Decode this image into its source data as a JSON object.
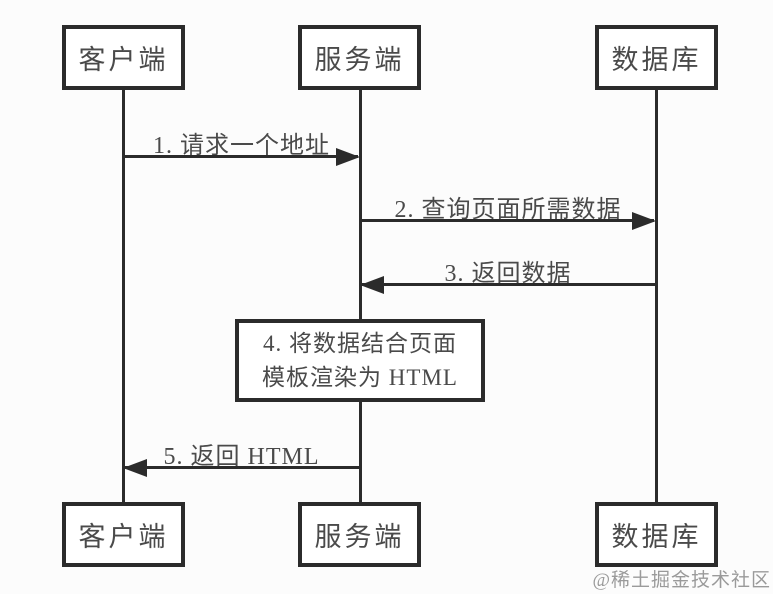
{
  "diagram": {
    "actors_top": [
      {
        "label": "客户端"
      },
      {
        "label": "服务端"
      },
      {
        "label": "数据库"
      }
    ],
    "actors_bottom": [
      {
        "label": "客户端"
      },
      {
        "label": "服务端"
      },
      {
        "label": "数据库"
      }
    ],
    "messages": [
      {
        "label": "1. 请求一个地址",
        "from": "客户端",
        "to": "服务端",
        "direction": "right"
      },
      {
        "label": "2. 查询页面所需数据",
        "from": "服务端",
        "to": "数据库",
        "direction": "right"
      },
      {
        "label": "3. 返回数据",
        "from": "数据库",
        "to": "服务端",
        "direction": "left"
      },
      {
        "label": "5. 返回 HTML",
        "from": "服务端",
        "to": "客户端",
        "direction": "left"
      }
    ],
    "activation": {
      "actor": "服务端",
      "line1": "4. 将数据结合页面",
      "line2": "模板渲染为 HTML"
    },
    "watermark": "@稀土掘金技术社区",
    "colors": {
      "line": "#2b2b2b",
      "text": "#4a4a4a",
      "watermark": "#9a9a9a",
      "background": "#fcfcfc"
    }
  }
}
